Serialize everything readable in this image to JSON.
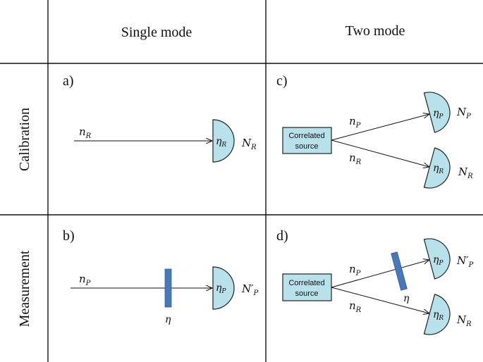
{
  "headers": {
    "single_mode": "Single mode",
    "two_mode": "Two mode",
    "calibration": "Calibration",
    "measurement": "Measurement"
  },
  "panels": {
    "a": {
      "label": "a)",
      "input_mode": "n",
      "input_mode_sub": "R",
      "detector_eff": "η",
      "detector_eff_sub": "R",
      "counts": "N",
      "counts_sub": "R"
    },
    "b": {
      "label": "b)",
      "input_mode": "n",
      "input_mode_sub": "P",
      "filter_label": "η",
      "detector_eff": "η",
      "detector_eff_sub": "P",
      "counts": "N′",
      "counts_sub": "P"
    },
    "c": {
      "label": "c)",
      "source_line1": "Correlated",
      "source_line2": "source",
      "mode_upper": "n",
      "mode_upper_sub": "P",
      "mode_lower": "n",
      "mode_lower_sub": "R",
      "det_upper_eff": "η",
      "det_upper_eff_sub": "P",
      "det_upper_counts": "N",
      "det_upper_counts_sub": "P",
      "det_lower_eff": "η",
      "det_lower_eff_sub": "R",
      "det_lower_counts": "N",
      "det_lower_counts_sub": "R"
    },
    "d": {
      "label": "d)",
      "source_line1": "Correlated",
      "source_line2": "source",
      "mode_upper": "n",
      "mode_upper_sub": "P",
      "mode_lower": "n",
      "mode_lower_sub": "R",
      "filter_label": "η",
      "det_upper_eff": "η",
      "det_upper_eff_sub": "P",
      "det_upper_counts": "N′",
      "det_upper_counts_sub": "P",
      "det_lower_eff": "η",
      "det_lower_eff_sub": "R",
      "det_lower_counts": "N",
      "det_lower_counts_sub": "R"
    }
  },
  "colors": {
    "detector_fill": "#b9e1ec",
    "filter_fill": "#4a77b8"
  }
}
